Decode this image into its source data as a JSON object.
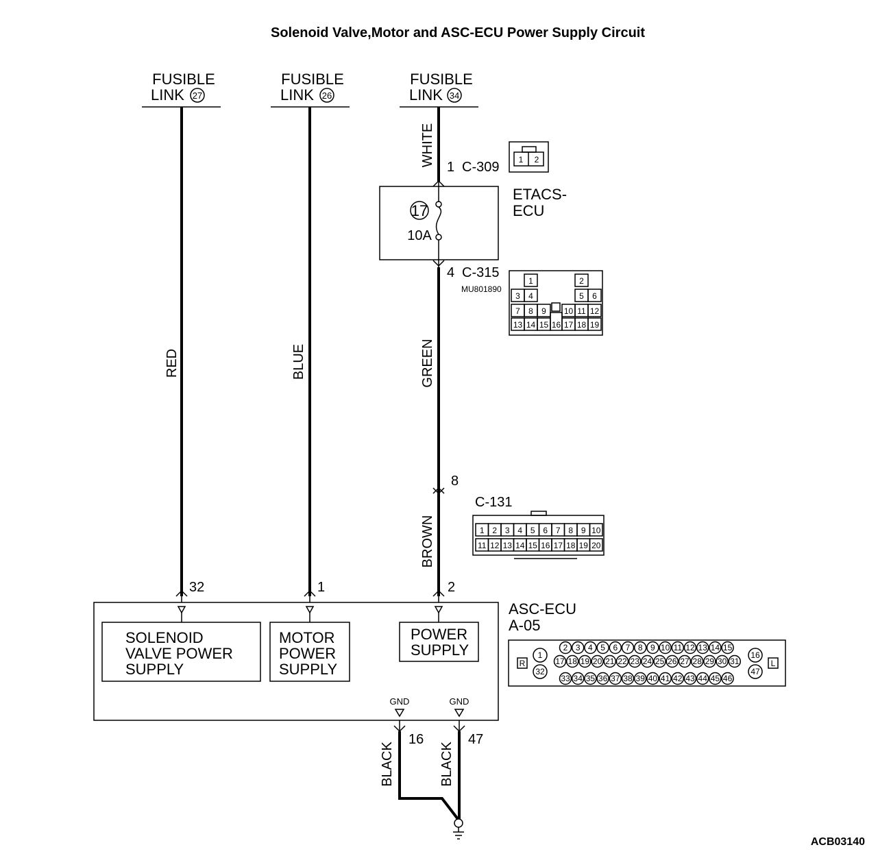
{
  "title": "Solenoid Valve,Motor and ASC-ECU Power Supply Circuit",
  "figure_code": "ACB03140",
  "fusible_links": [
    {
      "line1": "FUSIBLE",
      "line2": "LINK",
      "number": "27"
    },
    {
      "line1": "FUSIBLE",
      "line2": "LINK",
      "number": "26"
    },
    {
      "line1": "FUSIBLE",
      "line2": "LINK",
      "number": "34"
    }
  ],
  "wire_colors": {
    "red": "RED",
    "blue": "BLUE",
    "white": "WHITE",
    "green": "GREEN",
    "brown": "BROWN",
    "black_left": "BLACK",
    "black_right": "BLACK"
  },
  "connectors": {
    "c309": {
      "pin": "1",
      "name": "C-309",
      "pins": [
        "1",
        "2"
      ]
    },
    "c315": {
      "pin": "4",
      "name": "C-315",
      "part": "MU801890",
      "pins": [
        "1",
        "2",
        "3",
        "4",
        "5",
        "6",
        "7",
        "8",
        "9",
        "10",
        "11",
        "12",
        "13",
        "14",
        "15",
        "16",
        "17",
        "18",
        "19"
      ]
    },
    "c131": {
      "pin": "8",
      "name": "C-131",
      "row1": [
        "1",
        "2",
        "3",
        "4",
        "5",
        "6",
        "7",
        "8",
        "9",
        "10"
      ],
      "row2": [
        "11",
        "12",
        "13",
        "14",
        "15",
        "16",
        "17",
        "18",
        "19",
        "20"
      ]
    },
    "a05": {
      "name": "A-05",
      "row1": [
        "2",
        "3",
        "4",
        "5",
        "6",
        "7",
        "8",
        "9",
        "10",
        "11",
        "12",
        "13",
        "14",
        "15"
      ],
      "row2": [
        "17",
        "18",
        "19",
        "20",
        "21",
        "22",
        "23",
        "24",
        "25",
        "26",
        "27",
        "28",
        "29",
        "30",
        "31"
      ],
      "row3": [
        "33",
        "34",
        "35",
        "36",
        "37",
        "38",
        "39",
        "40",
        "41",
        "42",
        "43",
        "44",
        "45",
        "46"
      ],
      "left_top": "1",
      "left_bottom": "32",
      "right_top": "16",
      "right_bottom": "47",
      "r_mark": "R",
      "l_mark": "L"
    }
  },
  "etacs": {
    "line1": "ETACS-",
    "line2": "ECU",
    "fuse_number": "17",
    "fuse_rating": "10A"
  },
  "asc_ecu": {
    "name": "ASC-ECU",
    "pins": {
      "solenoid": "32",
      "motor": "1",
      "power": "2",
      "gnd1": "16",
      "gnd2": "47"
    },
    "blocks": {
      "solenoid": [
        "SOLENOID",
        "VALVE POWER",
        "SUPPLY"
      ],
      "motor": [
        "MOTOR",
        "POWER",
        "SUPPLY"
      ],
      "power": [
        "POWER",
        "SUPPLY"
      ]
    },
    "gnd_label": "GND"
  }
}
